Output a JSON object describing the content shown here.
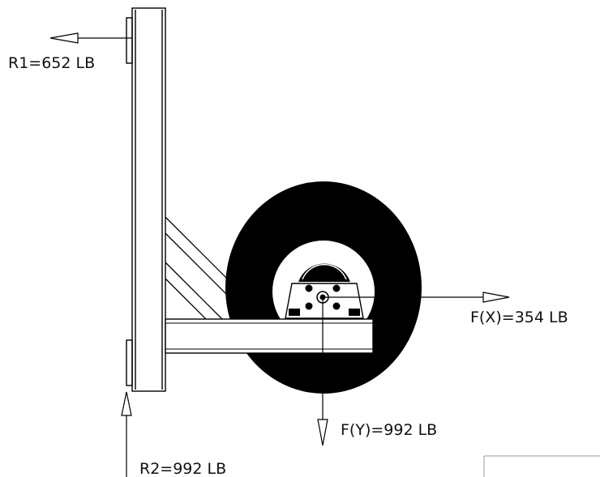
{
  "labels": {
    "r1": "R1=652 LB",
    "r2": "R2=992 LB",
    "fx": "F(X)=354 LB",
    "fy": "F(Y)=992 LB"
  },
  "colors": {
    "line": "#000000",
    "tire": "#000000",
    "background": "#ffffff"
  }
}
